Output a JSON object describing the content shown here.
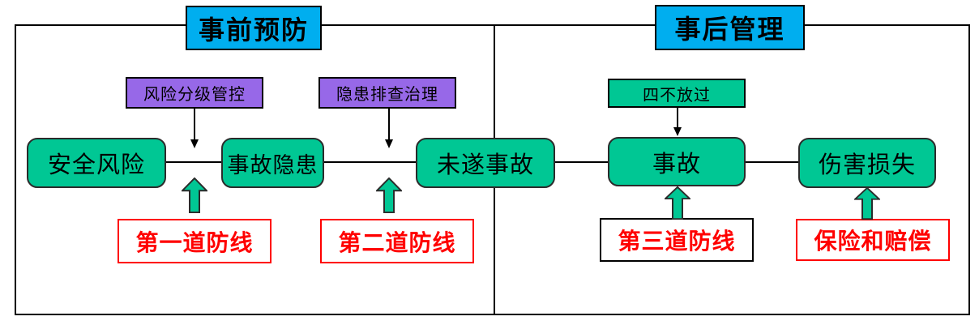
{
  "diagram": {
    "sections": [
      {
        "title": "事前预防"
      },
      {
        "title": "事后管理"
      }
    ],
    "process_tags": [
      {
        "text": "风险分级管控"
      },
      {
        "text": "隐患排查治理"
      },
      {
        "text": "四不放过"
      }
    ],
    "nodes": [
      {
        "label": "安全风险"
      },
      {
        "label": "事故隐患"
      },
      {
        "label": "未遂事故"
      },
      {
        "label": "事故"
      },
      {
        "label": "伤害损失"
      }
    ],
    "defense_lines": [
      {
        "label": "第一道防线"
      },
      {
        "label": "第二道防线"
      },
      {
        "label": "第三道防线"
      },
      {
        "label": "保险和赔偿"
      }
    ],
    "colors": {
      "header_fill": "#00AEEF",
      "node_fill": "#00C794",
      "tag_fill": "#9768E8",
      "label_red": "#FF0000",
      "line": "#000000"
    }
  }
}
